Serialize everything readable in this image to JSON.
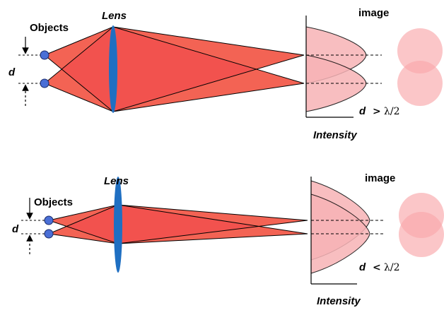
{
  "colors": {
    "orange": "#f8a86e",
    "red": "#f24c4c",
    "lens": "#1f6fc2",
    "object": "#4a6fd6",
    "pinkFill": "#f7b3b6",
    "pinkCircle": "#f9a7aa",
    "dashed": "#000000"
  },
  "panels": [
    {
      "lens_label": "Lens",
      "objects_label": "Objects",
      "d_label": "d",
      "image_label": "image",
      "intensity_label": "Intensity",
      "relation": {
        "d": "d",
        "op": ">",
        "lambda": "λ/2"
      }
    },
    {
      "lens_label": "Lens",
      "objects_label": "Objects",
      "d_label": "d",
      "image_label": "image",
      "intensity_label": "Intensity",
      "relation": {
        "d": "d",
        "op": "<",
        "lambda": "λ/2"
      }
    }
  ]
}
